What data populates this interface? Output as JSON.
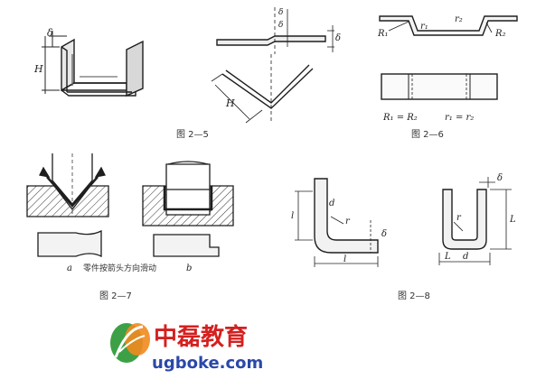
{
  "page": {
    "background": "#ffffff",
    "ink": "#1e1e1e"
  },
  "fig_2_5": {
    "caption": "图  2—5",
    "labels": {
      "thickness": "δ",
      "height_a": "H",
      "height_b": "H",
      "gap1": "δ",
      "gap2": "δ",
      "side": "δ"
    }
  },
  "fig_2_6": {
    "caption": "图  2—6",
    "labels": {
      "R1": "R₁",
      "R2": "R₂",
      "r1": "r₁",
      "r2": "r₂",
      "eq_R": "R₁ = R₂",
      "eq_r": "r₁ = r₂"
    }
  },
  "fig_2_7": {
    "caption": "图  2—7",
    "labels": {
      "a": "a",
      "b": "b",
      "note": "零件按箭头方向滑动"
    }
  },
  "fig_2_8": {
    "caption": "图  2—8",
    "labels": {
      "l_left": "l",
      "d_left": "d",
      "r_left": "r",
      "delta_left": "δ",
      "l_bottom": "l",
      "delta_right": "δ",
      "r_right": "r",
      "l_right": "L",
      "L_bottom": "L",
      "d_right": "d"
    }
  },
  "watermark": {
    "title": "中磊教育",
    "url": "ugboke.com",
    "title_color": "#d42020",
    "url_color": "#2a48a8",
    "logo_green": "#3da046",
    "logo_orange": "#f28a1e"
  }
}
